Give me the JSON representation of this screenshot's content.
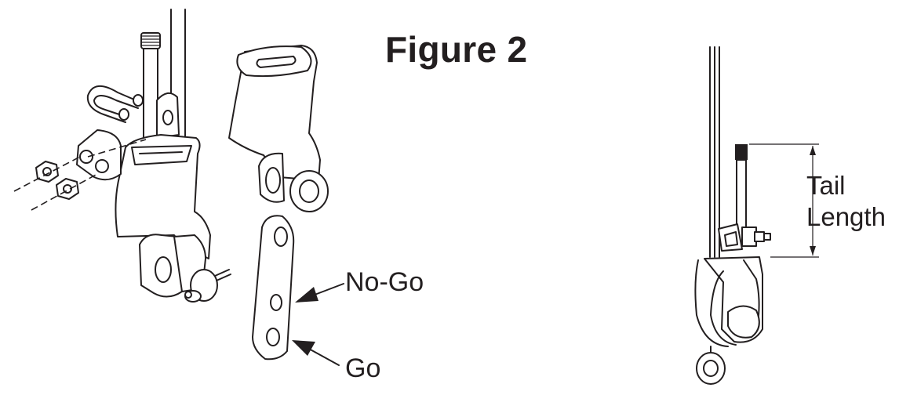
{
  "figure": {
    "title": "Figure 2",
    "labels": {
      "no_go": "No-Go",
      "go": "Go",
      "tail_line1": "Tail",
      "tail_line2": "Length"
    }
  },
  "colors": {
    "ink": "#231f20",
    "background": "#ffffff"
  }
}
